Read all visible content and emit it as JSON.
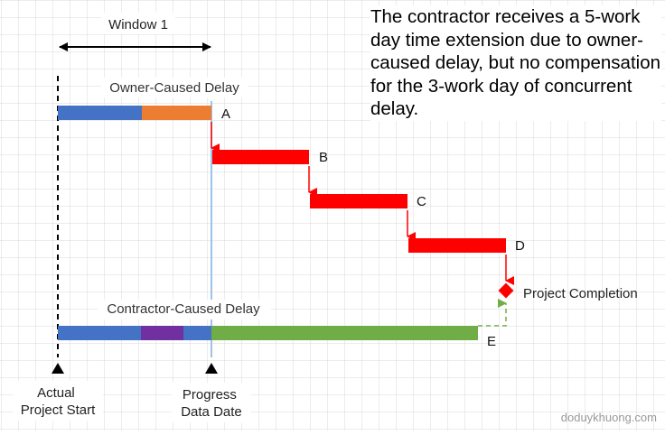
{
  "window_label": "Window 1",
  "note": "The contractor receives a 5-work day time extension due to owner-caused delay, but no compensation for the 3-work day of concurrent delay.",
  "owner_delay_label": "Owner-Caused Delay",
  "contractor_delay_label": "Contractor-Caused Delay",
  "activities": {
    "a": "A",
    "b": "B",
    "c": "C",
    "d": "D",
    "e": "E"
  },
  "milestone_label": "Project Completion",
  "markers": {
    "start": [
      "Actual",
      "Project Start"
    ],
    "data_date": [
      "Progress",
      "Data Date"
    ]
  },
  "watermark": "doduykhuong.com",
  "colors": {
    "baseline": "#4472c4",
    "owner_delay": "#ed7d31",
    "critical": "#ff0000",
    "concurrent": "#7030a0",
    "contractor_path": "#70ad47",
    "data_date_line": "#9dc3e6",
    "grid": "#d9d9d9"
  }
}
